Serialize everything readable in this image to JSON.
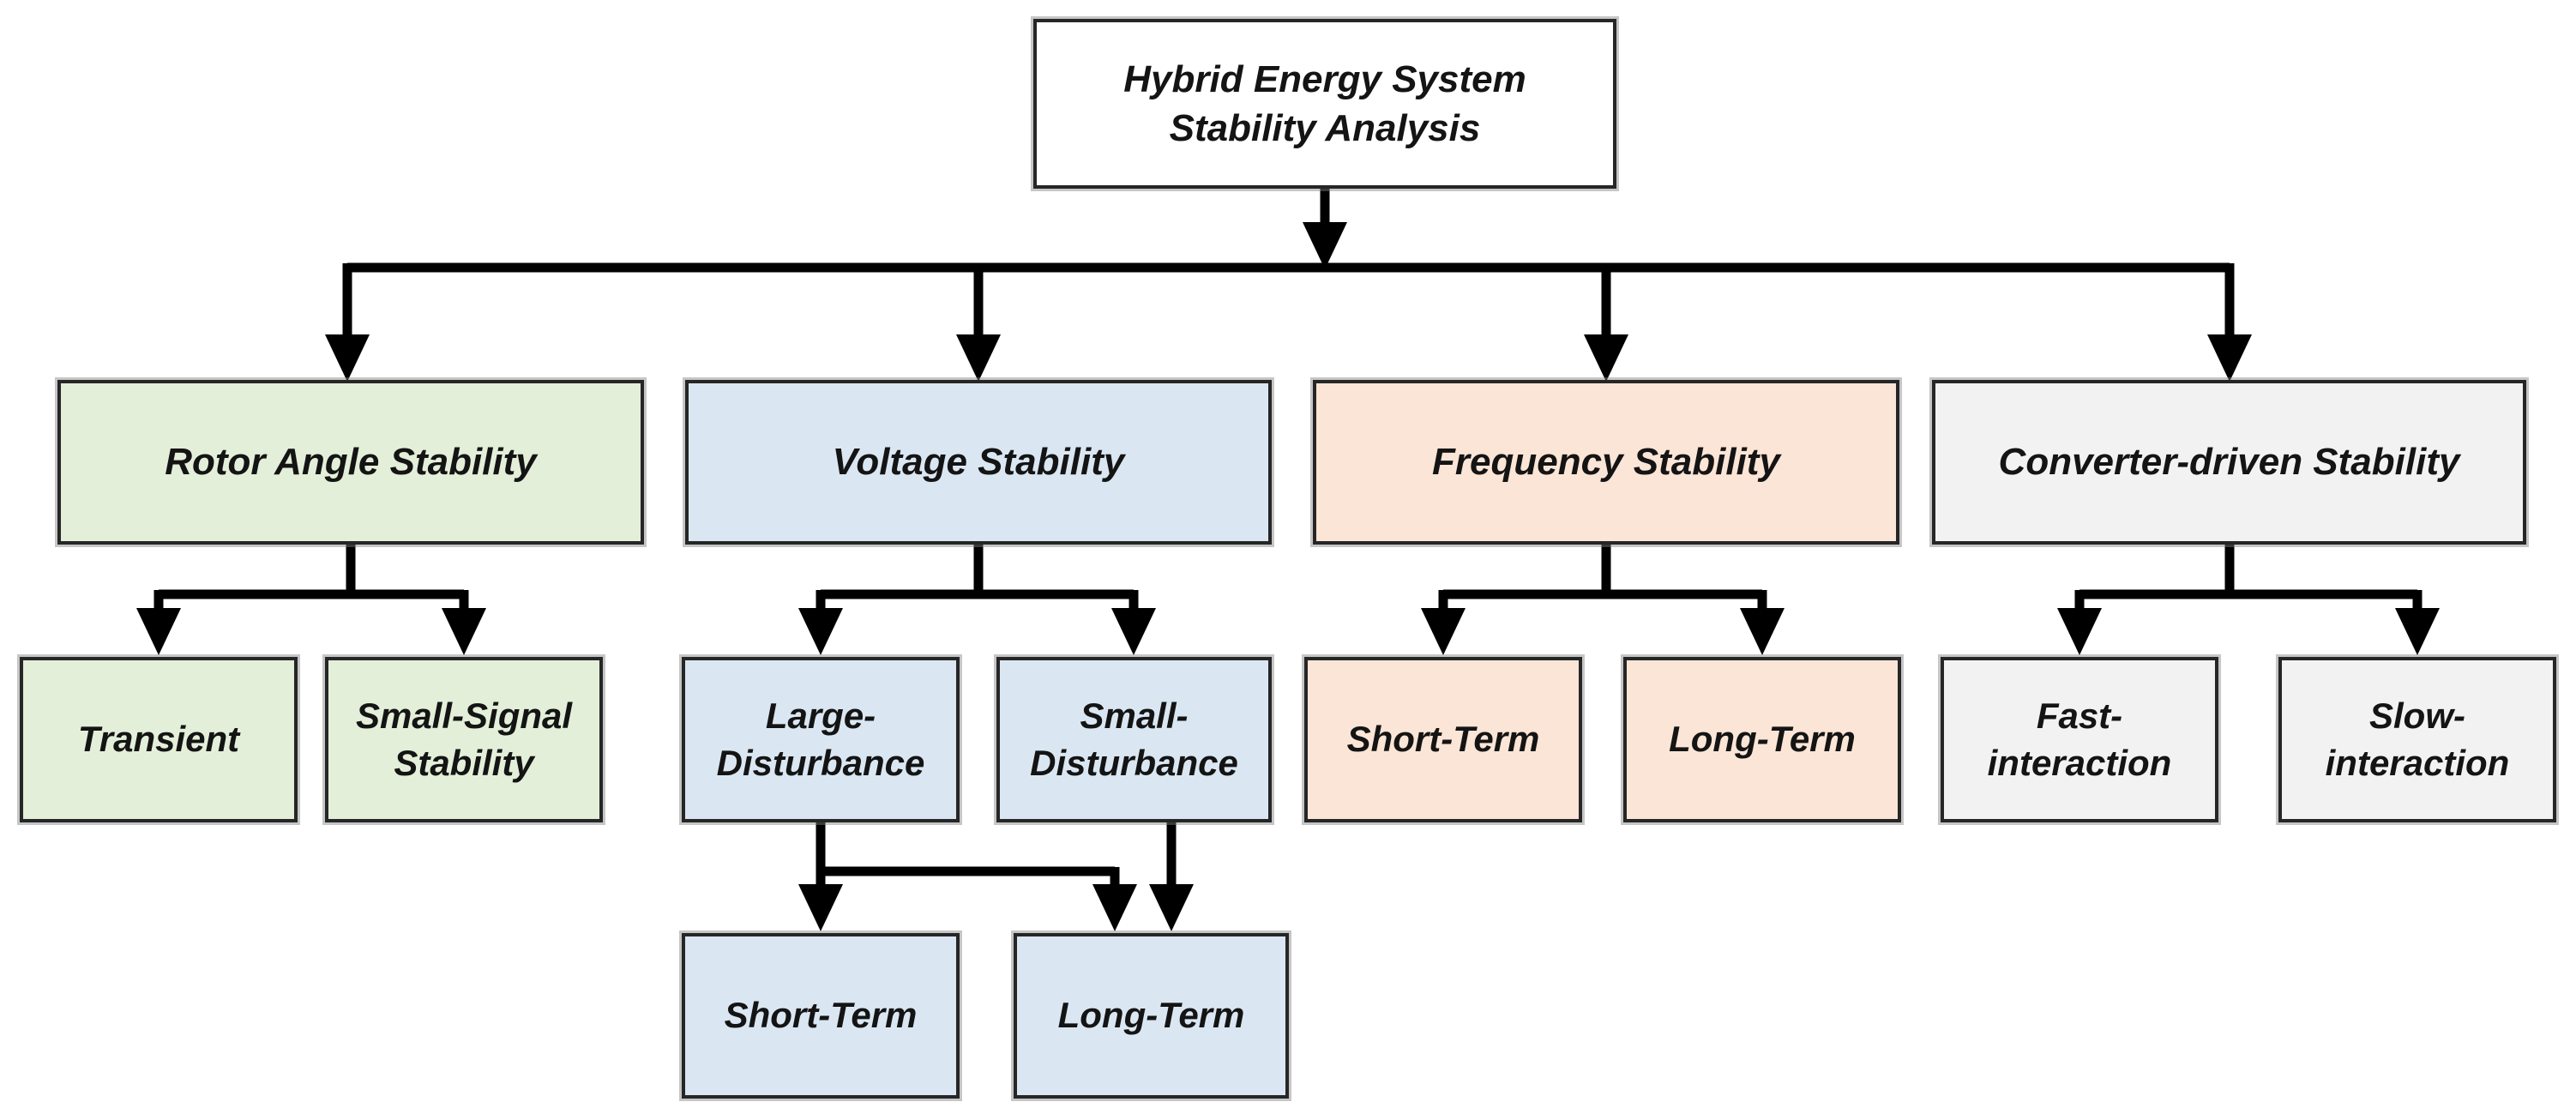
{
  "diagram": {
    "title_note": "flowchart of stability categories",
    "root": {
      "label": "Hybrid Energy System Stability Analysis",
      "fill": "#ffffff"
    },
    "branches": [
      {
        "label": "Rotor Angle Stability",
        "fill": "#e3efd9",
        "children": [
          {
            "label": "Transient"
          },
          {
            "label": "Small-Signal Stability"
          }
        ]
      },
      {
        "label": "Voltage Stability",
        "fill": "#dae7f2",
        "children": [
          {
            "label": "Large-Disturbance"
          },
          {
            "label": "Small-Disturbance"
          }
        ],
        "grandchildren": [
          {
            "label": "Short-Term"
          },
          {
            "label": "Long-Term"
          }
        ]
      },
      {
        "label": "Frequency Stability",
        "fill": "#fbe5d6",
        "children": [
          {
            "label": "Short-Term"
          },
          {
            "label": "Long-Term"
          }
        ]
      },
      {
        "label": "Converter-driven Stability",
        "fill": "#f2f2f2",
        "children": [
          {
            "label": "Fast-interaction"
          },
          {
            "label": "Slow-interaction"
          }
        ]
      }
    ],
    "line_color": "#000000",
    "border_color": "#262626"
  }
}
